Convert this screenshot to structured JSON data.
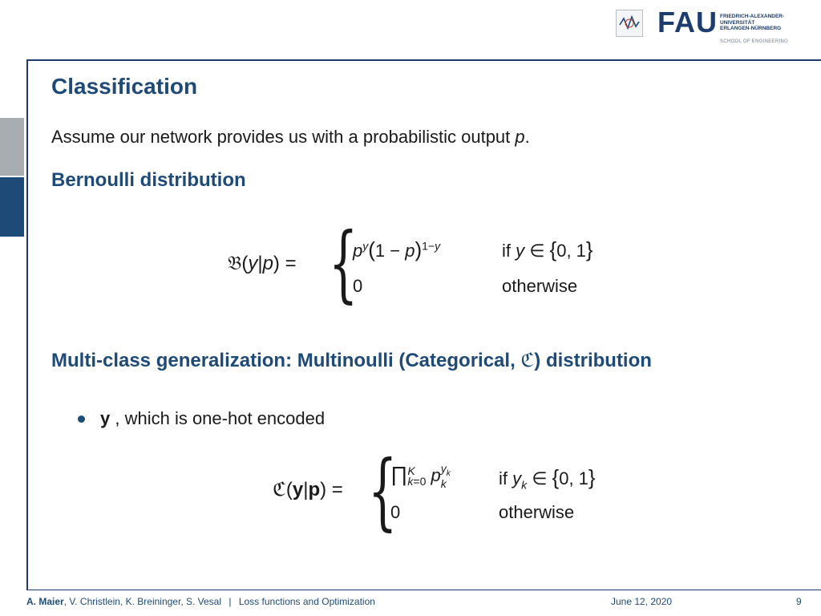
{
  "header": {
    "logo_wordmark": "FAU",
    "university_lines": [
      "FRIEDRICH-ALEXANDER-",
      "UNIVERSITÄT",
      "ERLANGEN-NÜRNBERG"
    ],
    "school": "SCHOOL OF ENGINEERING"
  },
  "slide": {
    "title": "Classification",
    "intro_text": "Assume our network provides us with a probabilistic output ",
    "intro_var": "p",
    "intro_end": ".",
    "bernoulli_heading": "Bernoulli distribution",
    "multi_heading_pre": "Multi-class generalization: Multinoulli (Categorical, ",
    "multi_heading_symbol": "ℭ",
    "multi_heading_post": ") distribution",
    "bullet_bold": "y",
    "bullet_text": " , which is one-hot encoded"
  },
  "formula1": {
    "lhs": "𝔅(y|p) =",
    "case1_expr": "p^y (1 − p)^(1−y)",
    "case1_cond": "if y ∈ {0, 1}",
    "case2_expr": "0",
    "case2_cond": "otherwise"
  },
  "formula2": {
    "lhs": "ℭ(y|p) =",
    "case1_expr": "∏_{k=0}^{K} p_k^{y_k}",
    "case1_cond": "if y_k ∈ {0, 1}",
    "case2_expr": "0",
    "case2_cond": "otherwise"
  },
  "footer": {
    "main_author": "A. Maier",
    "co_authors": ", V. Christlein, K. Breininger, S. Vesal",
    "separator": "|",
    "lecture": "Loss functions and Optimization",
    "date": "June 12, 2020",
    "page": "9"
  },
  "colors": {
    "accent": "#1e4a78",
    "frame": "#1e3d6f",
    "side_tab_light": "#a8adb2"
  }
}
